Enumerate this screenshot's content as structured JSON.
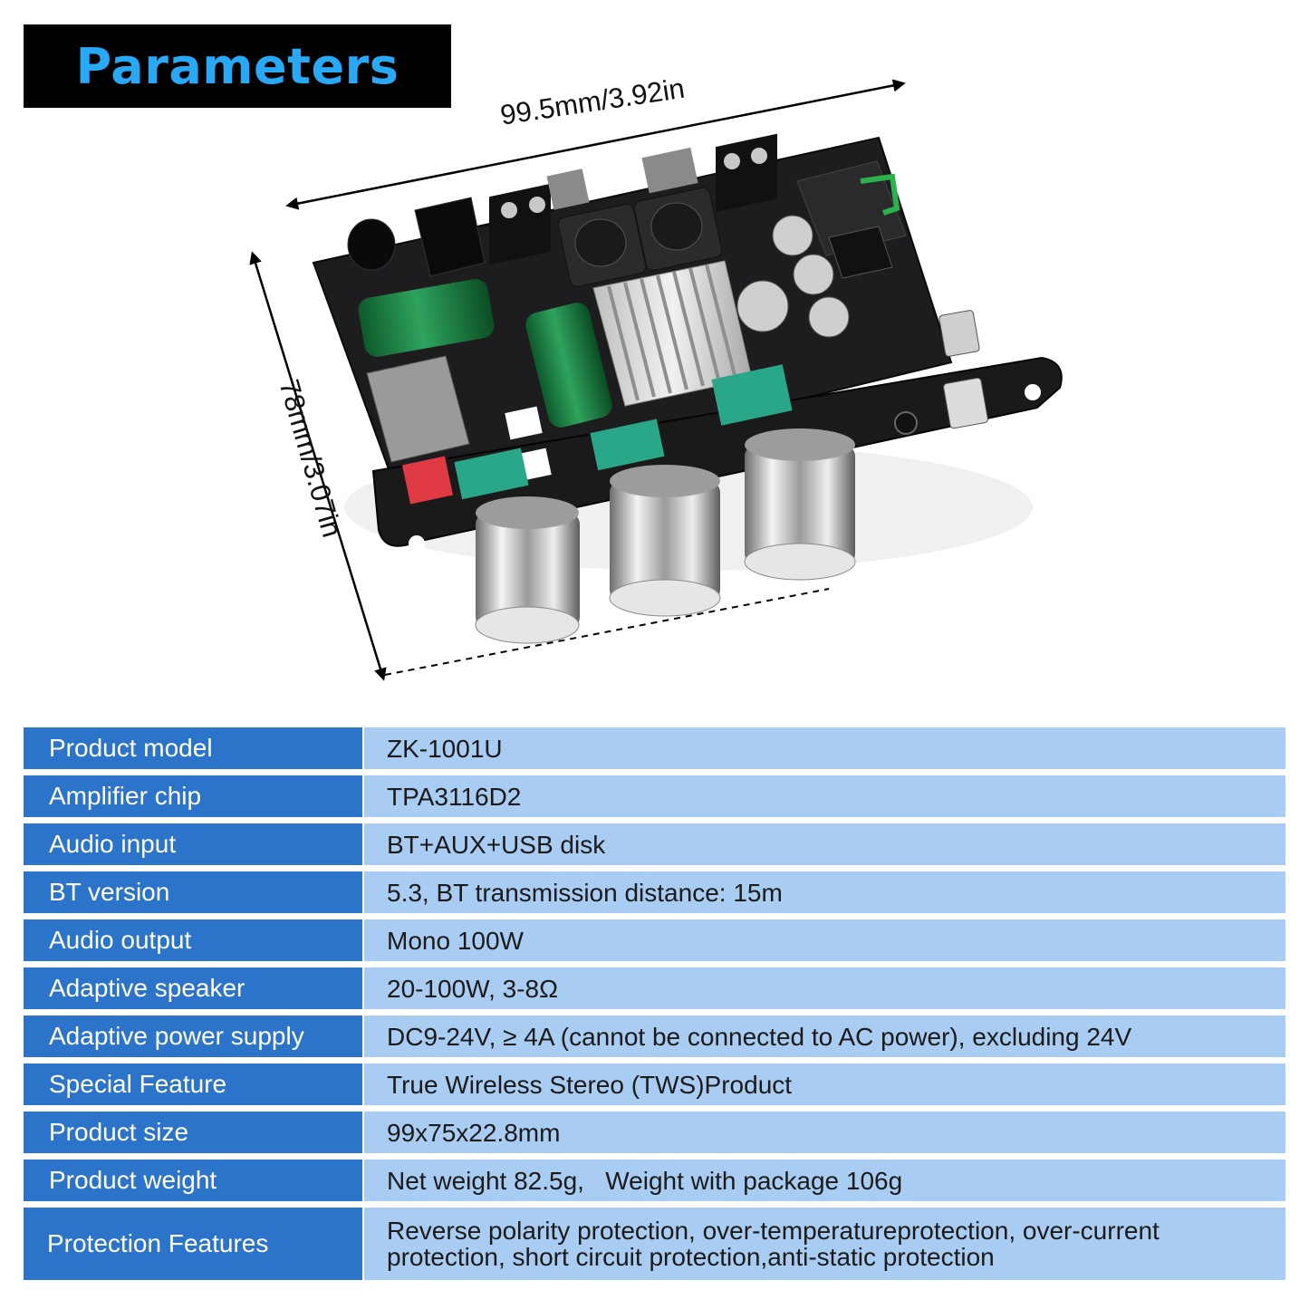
{
  "header": {
    "title": "Parameters"
  },
  "dimensions": {
    "width_label": "99.5mm/3.92in",
    "height_label": "78mm/3.07in"
  },
  "specs": [
    {
      "label": "Product model",
      "value": "ZK-1001U"
    },
    {
      "label": "Amplifier chip",
      "value": "TPA3116D2"
    },
    {
      "label": "Audio input",
      "value": "BT+AUX+USB disk"
    },
    {
      "label": "BT version",
      "value": "5.3, BT transmission distance: 15m"
    },
    {
      "label": "Audio output",
      "value": "Mono 100W"
    },
    {
      "label": "Adaptive speaker",
      "value": "20-100W, 3-8Ω"
    },
    {
      "label": "Adaptive power supply",
      "value": "DC9-24V, ≥ 4A (cannot be connected to AC power), excluding 24V"
    },
    {
      "label": "Special Feature",
      "value": "True Wireless Stereo (TWS)Product"
    },
    {
      "label": "Product size",
      "value": "99x75x22.8mm"
    },
    {
      "label": "Product weight",
      "value": "Net weight 82.5g,   Weight with package 106g"
    },
    {
      "label": "Protection Features",
      "value": "Reverse polarity protection, over-temperatureprotection, over-current protection, short circuit protection,anti-static protection"
    }
  ],
  "colors": {
    "title_bg": "#000000",
    "title_text": "#29a9f5",
    "label_bg": "#2c74c9",
    "value_bg": "#a9cdf2"
  }
}
